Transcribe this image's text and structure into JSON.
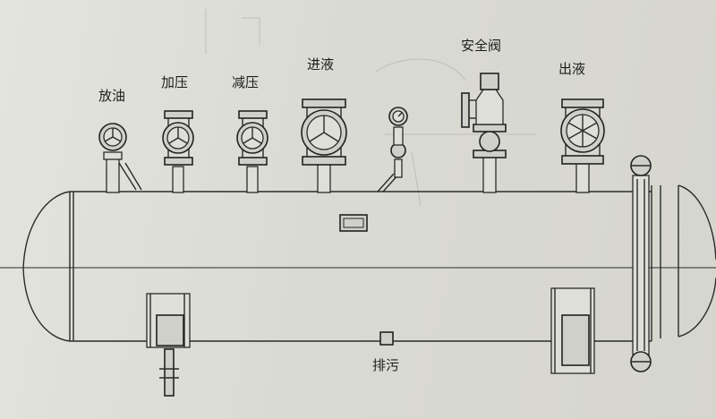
{
  "labels": {
    "drain_oil": "放油",
    "pressurize": "加压",
    "depressurize": "减压",
    "liquid_inlet": "进液",
    "safety_valve": "安全阀",
    "liquid_outlet": "出液",
    "sewage_drain": "排污"
  }
}
